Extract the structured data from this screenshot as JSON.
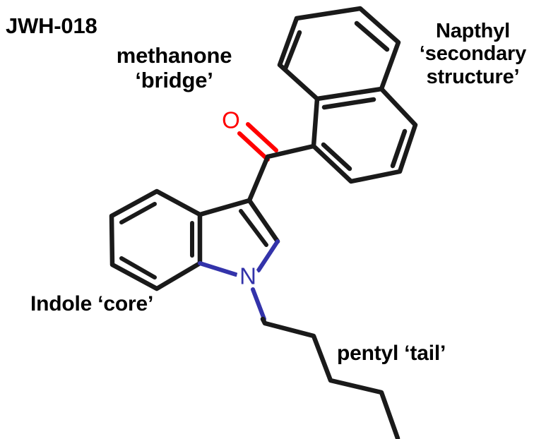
{
  "figure": {
    "title": "JWH-018",
    "subject": "JWH-018 chemical structure with annotated moieties",
    "background_color": "#ffffff"
  },
  "annotations": {
    "title_label": "JWH-018",
    "bridge_label": "methanone\n‘bridge’",
    "naphthyl_label": "Napthyl\n‘secondary\nstructure’",
    "indole_label": "Indole ‘core’",
    "pentyl_label": "pentyl ‘tail’"
  },
  "atom_labels": {
    "oxygen": "O",
    "nitrogen": "N"
  },
  "colors": {
    "bond": "#1a1a1a",
    "oxygen": "#ff0000",
    "nitrogen": "#3333aa",
    "text": "#000000"
  },
  "structure": {
    "name": "JWH-018",
    "moieties": [
      "methanone bridge",
      "naphthyl secondary structure",
      "indole core",
      "pentyl tail"
    ]
  }
}
